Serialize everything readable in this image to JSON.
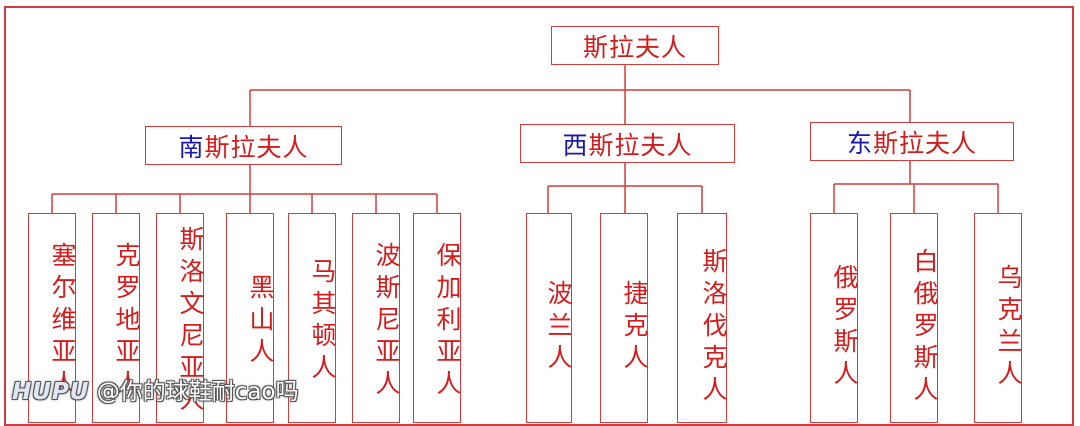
{
  "root": "斯拉夫人",
  "groups": [
    {
      "prefix": "南",
      "rest": "斯拉夫人",
      "members": [
        "塞尔维亚人",
        "克罗地亚人",
        "斯洛文尼亚人",
        "黑山人",
        "马其顿人",
        "波斯尼亚人",
        "保加利亚人"
      ]
    },
    {
      "prefix": "西",
      "rest": "斯拉夫人",
      "members": [
        "波兰人",
        "捷克人",
        "斯洛伐克人"
      ]
    },
    {
      "prefix": "东",
      "rest": "斯拉夫人",
      "members": [
        "俄罗斯人",
        "白俄罗斯人",
        "乌克兰人"
      ]
    }
  ],
  "watermark": {
    "logo": "HUPU",
    "handle": "@你的球鞋耐cao吗"
  },
  "colors": {
    "border": "#d23c3c",
    "text": "#d41c1c",
    "prefix": "#1a1aa8"
  }
}
